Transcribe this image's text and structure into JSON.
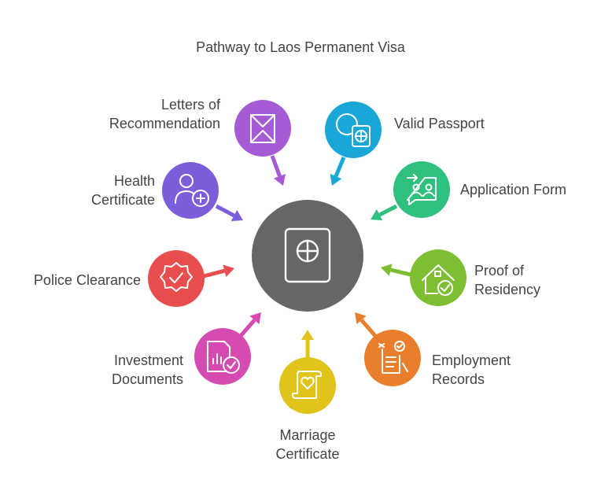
{
  "title": "Pathway to Laos Permanent Visa",
  "center": {
    "icon": "passport-icon",
    "color": "#666666"
  },
  "items": [
    {
      "key": "letters",
      "lines": [
        "Letters of",
        "Recommendation"
      ],
      "icon": "envelope-icon",
      "color": "#A45BD3"
    },
    {
      "key": "passport",
      "lines": [
        "Valid Passport"
      ],
      "icon": "passport-globe-icon",
      "color": "#18A7D6"
    },
    {
      "key": "application",
      "lines": [
        "Application Form"
      ],
      "icon": "form-people-icon",
      "color": "#2FC07E"
    },
    {
      "key": "residency",
      "lines": [
        "Proof of",
        "Residency"
      ],
      "icon": "house-check-icon",
      "color": "#7DBE33"
    },
    {
      "key": "employment",
      "lines": [
        "Employment",
        "Records"
      ],
      "icon": "checklist-icon",
      "color": "#E97F2D"
    },
    {
      "key": "marriage",
      "lines": [
        "Marriage",
        "Certificate"
      ],
      "icon": "scroll-heart-icon",
      "color": "#E0C41B"
    },
    {
      "key": "investment",
      "lines": [
        "Investment",
        "Documents"
      ],
      "icon": "chart-document-icon",
      "color": "#D64BAF"
    },
    {
      "key": "police",
      "lines": [
        "Police Clearance"
      ],
      "icon": "badge-check-icon",
      "color": "#E94E4E"
    },
    {
      "key": "health",
      "lines": [
        "Health",
        "Certificate"
      ],
      "icon": "user-medical-icon",
      "color": "#7C5EDB"
    }
  ]
}
